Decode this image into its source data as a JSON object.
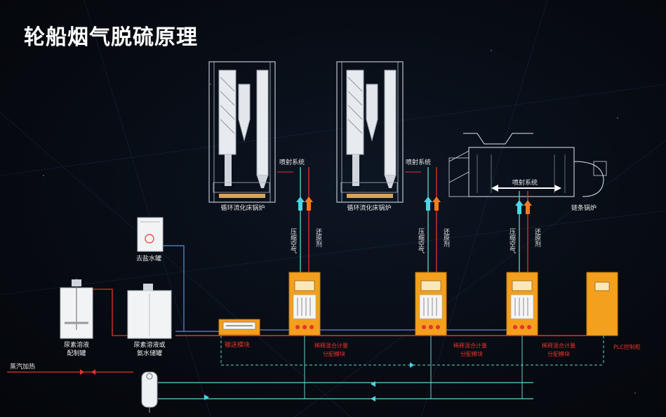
{
  "title": "轮船烟气脱硫原理",
  "boilers": {
    "cfb_1_label": "循环流化床锅炉",
    "cfb_2_label": "循环流化床锅炉",
    "chain_grate_label": "链条锅炉",
    "spray_system_1": "喷射系统",
    "spray_system_2": "喷射系统",
    "spray_system_3": "喷射系统"
  },
  "lines": {
    "compressed_air": "压缩空气",
    "reductant": "还原剂"
  },
  "tanks": {
    "desalted_water": "去盐水罐",
    "urea_solution_prep_1": "尿素溶液",
    "urea_solution_prep_2": "配制罐",
    "urea_storage_1": "尿素溶液或",
    "urea_storage_2": "氨水储罐",
    "steam_heating": "蒸汽加热"
  },
  "pump_station": {
    "label": "输送模块"
  },
  "metering": {
    "unit_1_line1": "稀释混合计量",
    "unit_1_line2": "分配模块",
    "unit_2_line1": "稀释混合计量",
    "unit_2_line2": "分配模块",
    "unit_3_line1": "稀释混合计量",
    "unit_3_line2": "分配模块",
    "plc_label": "PLC控制柜"
  },
  "colors": {
    "background": "#070b12",
    "cabinet_orange": "#f2a01d",
    "pipe_red": "#e8322a",
    "pipe_teal": "#5fd6c8",
    "pipe_blue": "#5a8fd8",
    "arrow_orange": "#f07d1e",
    "arrow_cyan": "#4dd6e8"
  }
}
